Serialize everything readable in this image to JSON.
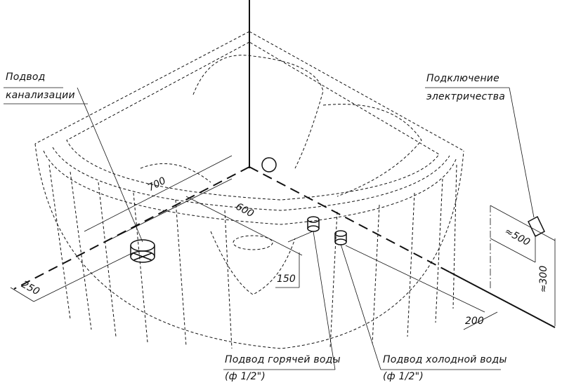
{
  "labels": {
    "drain_line1": "Подвод",
    "drain_line2": "канализации",
    "power_line1": "Подключение",
    "power_line2": "электричества",
    "hot_line1": "Подвод горячей воды",
    "hot_line2": "(ф 1/2\")",
    "cold_line1": "Подвод холодной воды",
    "cold_line2": "(ф  1/2\")"
  },
  "dimensions": {
    "d700": "700",
    "d600": "600",
    "d250": "250",
    "d150": "150",
    "d200": "200",
    "d500": "≈500",
    "d300": "≈300"
  }
}
